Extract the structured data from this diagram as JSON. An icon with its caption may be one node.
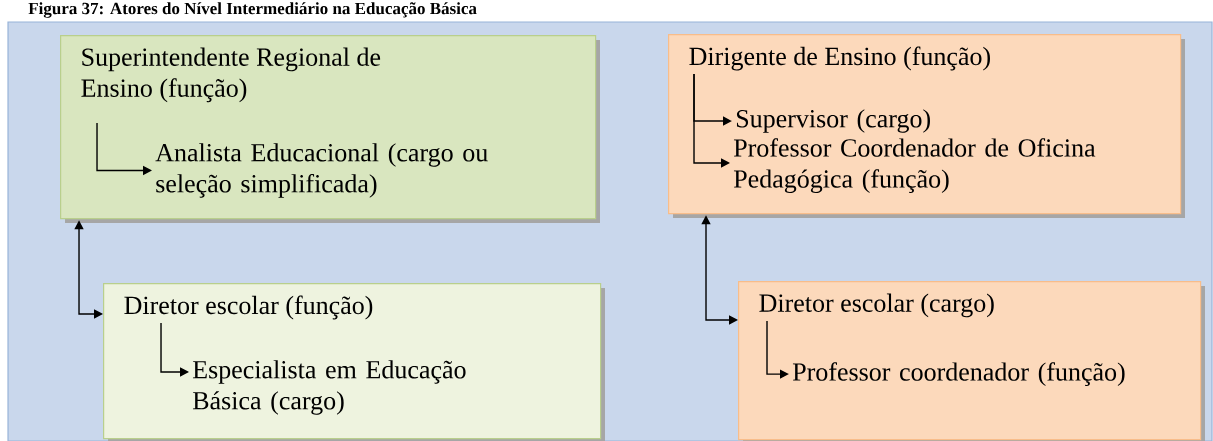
{
  "diagram": {
    "title": "Figura 37: Atores do Nível Intermediário na Educação Básica",
    "nodes": [
      {
        "text": [
          "Superintendente Regional de Ensino (função)"
        ]
      },
      {
        "text": [
          "Analista Educacional (cargo ou seleção simplificada)"
        ],
        "in": 0
      },
      {
        "text": [
          "Diretor escolar (função)"
        ]
      },
      {
        "text": [
          "Especialista em Educação Básica (cargo)"
        ],
        "in": 2
      },
      {
        "text": [
          "Dirigente de Ensino (função)"
        ]
      },
      {
        "text": [
          "Supervisor (cargo)"
        ],
        "in": 4
      },
      {
        "text": [
          "Professor Coordenador de Oficina Pedagógica (função)"
        ],
        "in": 4
      },
      {
        "text": [
          "Diretor escolar (cargo)"
        ]
      },
      {
        "text": [
          "Professor coordenador (função)"
        ],
        "in": 7
      }
    ],
    "edges": [
      {
        "from": 0,
        "to": 1,
        "arrow": "to"
      },
      {
        "from": 0,
        "to": 2,
        "arrow": "both"
      },
      {
        "from": 2,
        "to": 3,
        "arrow": "to"
      },
      {
        "from": 4,
        "to": 5,
        "arrow": "to"
      },
      {
        "from": 4,
        "to": 6,
        "arrow": "to"
      },
      {
        "from": 4,
        "to": 7,
        "arrow": "both"
      },
      {
        "from": 7,
        "to": 8,
        "arrow": "to"
      }
    ]
  }
}
